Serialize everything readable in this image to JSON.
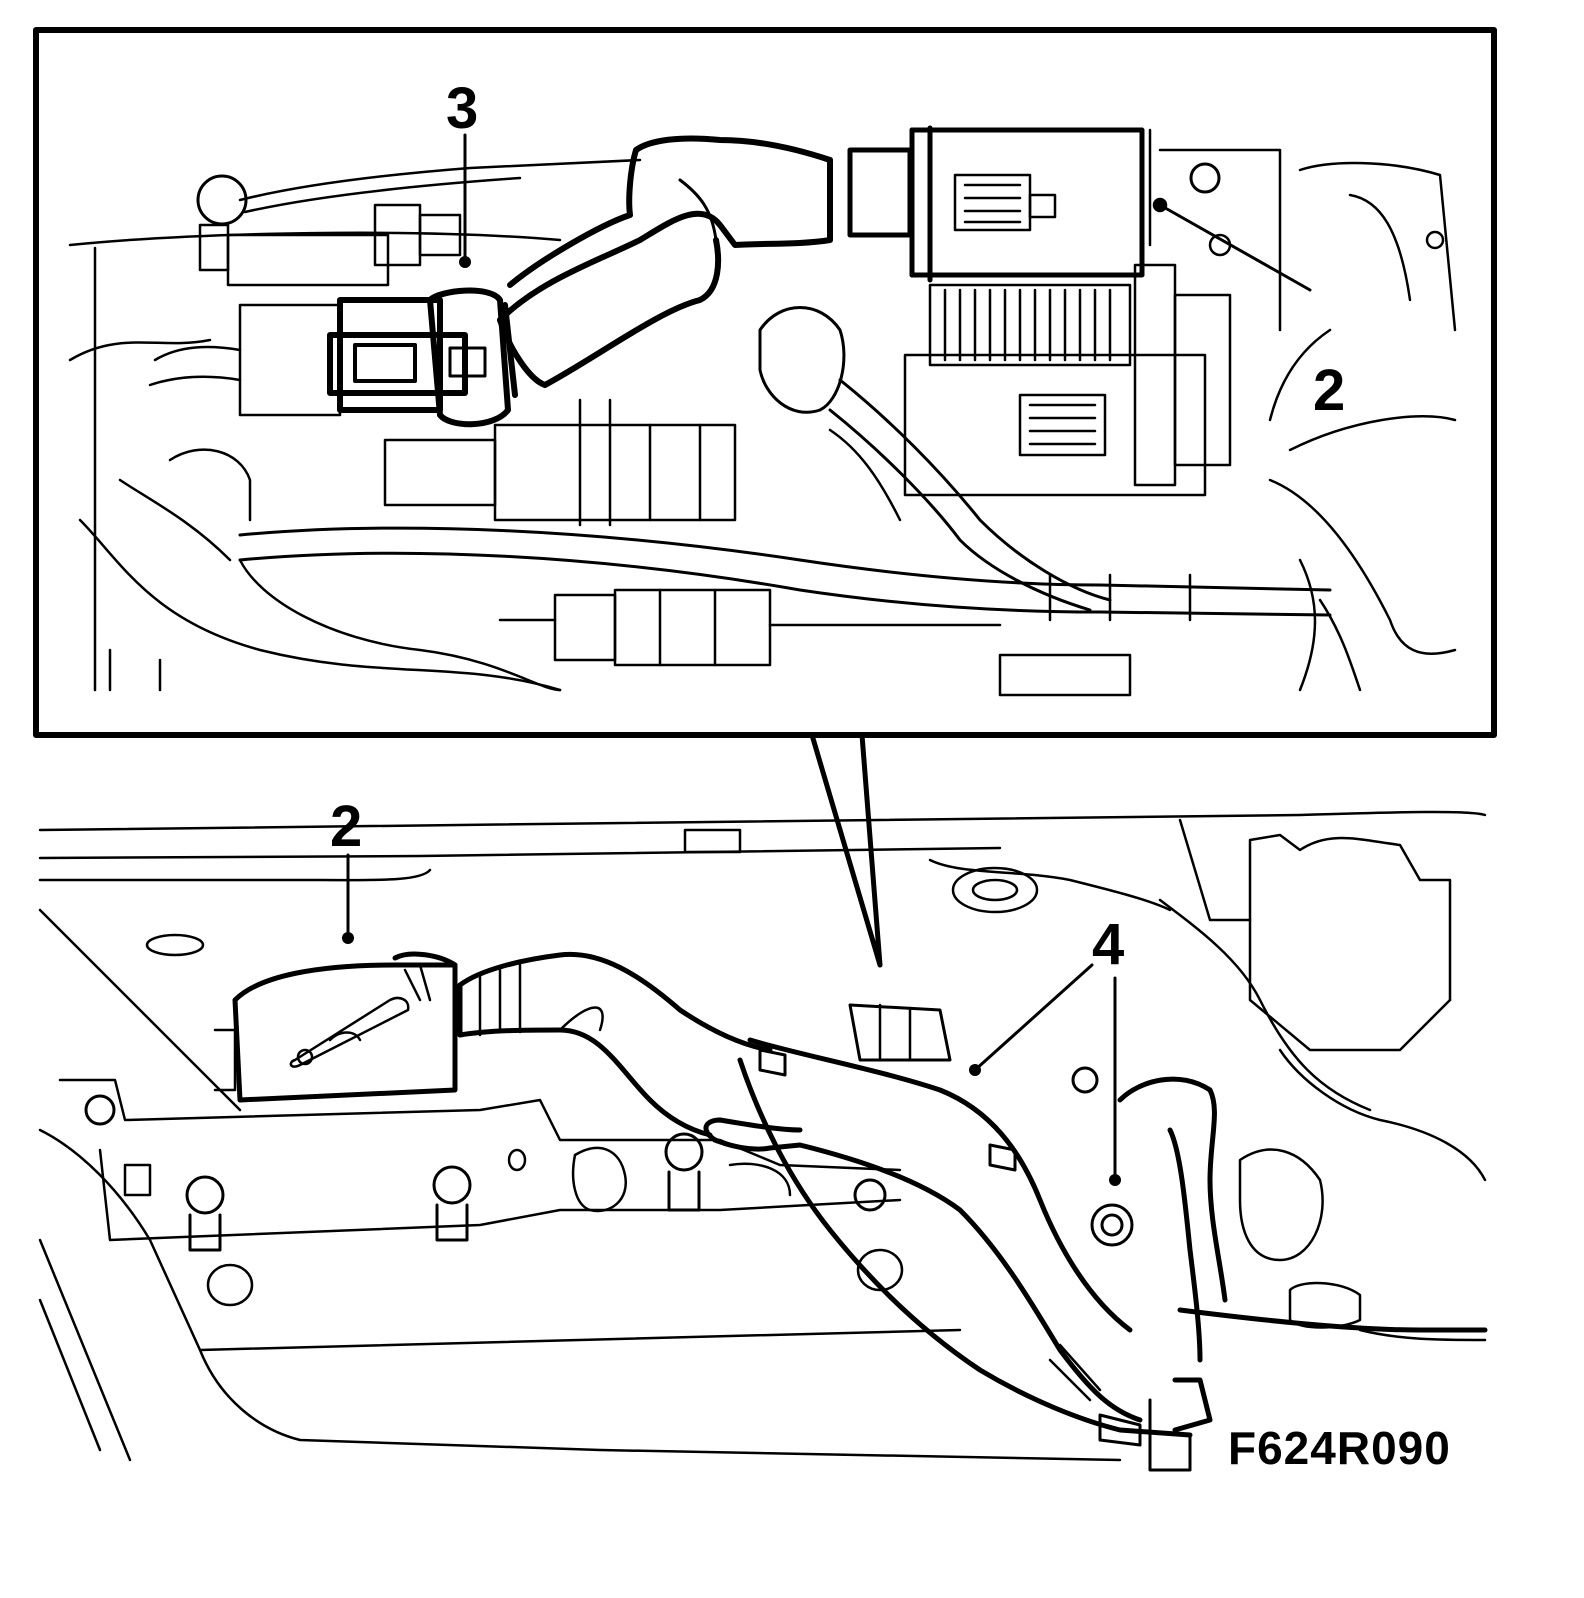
{
  "callouts": {
    "detail_3": "3",
    "detail_2": "2",
    "main_2": "2",
    "main_4": "4"
  },
  "figure_code": "F624R090",
  "colors": {
    "ink": "#000000",
    "paper": "#ffffff"
  }
}
